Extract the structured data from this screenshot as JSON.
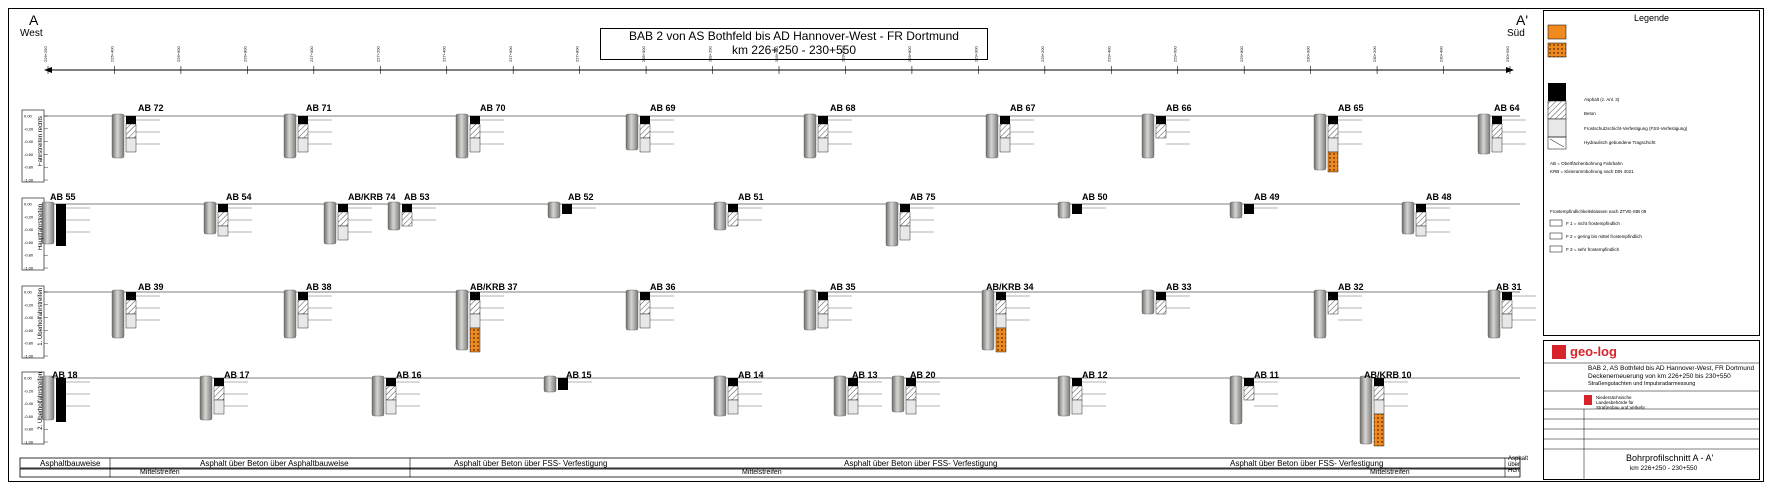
{
  "header": {
    "left_letter": "A",
    "left_word": "West",
    "right_letter": "A'",
    "right_word": "Süd",
    "title_line1": "BAB 2 von AS Bothfeld bis AD Hannover-West  -  FR Dortmund",
    "title_line2": "km 226+250  -  230+550"
  },
  "axis": {
    "ticks": [
      "226+250",
      "226+400",
      "226+600",
      "226+800",
      "227+000",
      "227+200",
      "227+400",
      "227+600",
      "227+800",
      "228+000",
      "228+200",
      "228+400",
      "228+600",
      "228+800",
      "229+000",
      "229+200",
      "229+400",
      "229+600",
      "229+800",
      "230+000",
      "230+200",
      "230+400",
      "230+550"
    ]
  },
  "rows": [
    {
      "name": "Fahrstreifen rechts",
      "cores": [
        {
          "label": "AB 72"
        },
        {
          "label": "AB 71"
        },
        {
          "label": "AB 70"
        },
        {
          "label": "AB 69"
        },
        {
          "label": "AB 68"
        },
        {
          "label": "AB 67"
        },
        {
          "label": "AB 66"
        },
        {
          "label": "AB 65"
        },
        {
          "label": "AB 64"
        }
      ]
    },
    {
      "name": "Hauptfahrstreifen",
      "cores": [
        {
          "label": "AB 55"
        },
        {
          "label": "AB 54"
        },
        {
          "label": "AB/KRB 74"
        },
        {
          "label": "AB 53"
        },
        {
          "label": "AB 52"
        },
        {
          "label": "AB 51"
        },
        {
          "label": "AB 75"
        },
        {
          "label": "AB 50"
        },
        {
          "label": "AB 49"
        },
        {
          "label": "AB 48"
        }
      ]
    },
    {
      "name": "1. Überholfahrstreifen",
      "cores": [
        {
          "label": "AB 39"
        },
        {
          "label": "AB 38"
        },
        {
          "label": "AB/KRB 37"
        },
        {
          "label": "AB 36"
        },
        {
          "label": "AB 35"
        },
        {
          "label": "AB/KRB 34"
        },
        {
          "label": "AB 33"
        },
        {
          "label": "AB 32"
        },
        {
          "label": "AB 31"
        }
      ]
    },
    {
      "name": "2. Überholfahrstreifen",
      "cores": [
        {
          "label": "AB 18"
        },
        {
          "label": "AB 17"
        },
        {
          "label": "AB 16"
        },
        {
          "label": "AB 15"
        },
        {
          "label": "AB 14"
        },
        {
          "label": "AB 13"
        },
        {
          "label": "AB 20"
        },
        {
          "label": "AB 12"
        },
        {
          "label": "AB 11"
        },
        {
          "label": "AB/KRB 10"
        }
      ]
    }
  ],
  "scale_labels": [
    "0.00",
    "-0.20",
    "-0.40",
    "-0.60",
    "-0.80",
    "-1.00"
  ],
  "bottom": {
    "segments": [
      {
        "label": "Asphaltbauweise"
      },
      {
        "label": "Asphalt über Beton über Asphaltbauweise"
      },
      {
        "label": "Asphalt über Beton über FSS- Verfestigung"
      },
      {
        "label": "Asphalt über Beton über FSS- Verfestigung"
      },
      {
        "label": "Asphalt über Beton über FSS- Verfestigung"
      },
      {
        "label": "Asphalt über HGT"
      }
    ],
    "median": [
      "Mittelstreifen",
      "Mittelstreifen",
      "Mittelstreifen"
    ]
  },
  "legend": {
    "title": "Legende",
    "items": [
      "Asphalt (z. Anl. 3)",
      "Beton",
      "Frostschutzschicht-Verfestigung (FSS-Verfestigung)",
      "Hydraulisch gebundene Tragschicht"
    ],
    "abbr": [
      "AB  = Oberflächenbohrung Fahrbahn",
      "KRB = Kleinrammbohrung nach DIN 4021"
    ],
    "frost_title": "Frostempfindlichkeitsklassen nach ZTVE-StB 09",
    "frost": [
      "F 1  = nicht frostempfindlich",
      "F 2  = gering bis mittel frostempfindlich",
      "F 3  = sehr frostempfindlich"
    ]
  },
  "titleblock": {
    "company": "geo-log",
    "project_line1": "BAB 2, AS Bothfeld bis AD Hannover-West, FR Dortmund",
    "project_line2": "Deckenerneuerung von km 226+250 bis 230+550",
    "project_line3": "Straßengutachten und Impulsradarmessung",
    "client": "Niedersächsische Landesbehörde für Straßenbau und Verkehr",
    "drawing_title": "Bohrprofilschnitt A - A'",
    "drawing_sub": "km 226+250  -  230+550"
  }
}
